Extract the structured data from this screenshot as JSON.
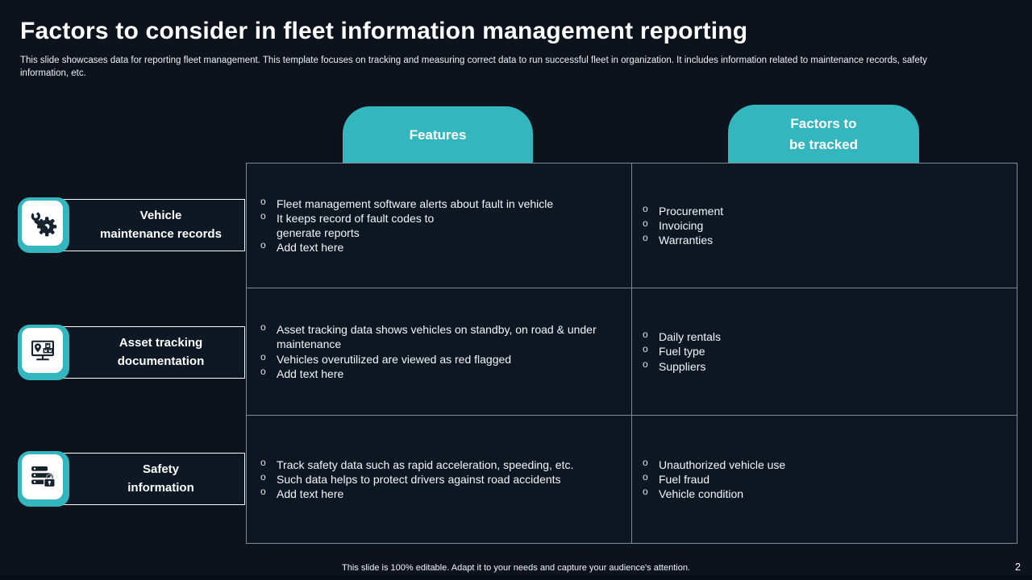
{
  "slide": {
    "title": "Factors to consider in fleet information management reporting",
    "subtitle": "This slide showcases data for reporting fleet management. This template focuses on tracking and measuring correct data to run successful fleet in organization. It includes information related to maintenance records, safety information, etc.",
    "footer_note": "This slide is 100% editable.  Adapt it to your needs and capture your audience's attention.",
    "page_number": "2"
  },
  "colors": {
    "accent_teal": "#33b6be",
    "background": "#0c131d",
    "grid_line": "#7e8a93",
    "icon_ink": "#16222e"
  },
  "columns": {
    "features_label": "Features",
    "factors_label": "Factors to\nbe tracked"
  },
  "rows": [
    {
      "label": "Vehicle\nmaintenance records",
      "icon": "wrench-gear-icon",
      "features": [
        "Fleet management software alerts about fault in vehicle",
        "It keeps record of fault codes to\ngenerate reports",
        "Add text here"
      ],
      "factors": [
        "Procurement",
        "Invoicing",
        "Warranties"
      ]
    },
    {
      "label": "Asset tracking\ndocumentation",
      "icon": "monitor-location-pin-icon",
      "features": [
        "Asset tracking data shows vehicles on standby, on road & under\nmaintenance",
        "Vehicles overutilized are viewed as red flagged",
        "Add text here"
      ],
      "factors": [
        "Daily rentals",
        "Fuel type",
        "Suppliers"
      ]
    },
    {
      "label": "Safety\ninformation",
      "icon": "server-lock-icon",
      "features": [
        "Track safety data such as rapid acceleration, speeding, etc.",
        "Such data helps to protect drivers against road accidents",
        "Add text here"
      ],
      "factors": [
        "Unauthorized vehicle use",
        "Fuel fraud",
        "Vehicle condition"
      ]
    }
  ]
}
